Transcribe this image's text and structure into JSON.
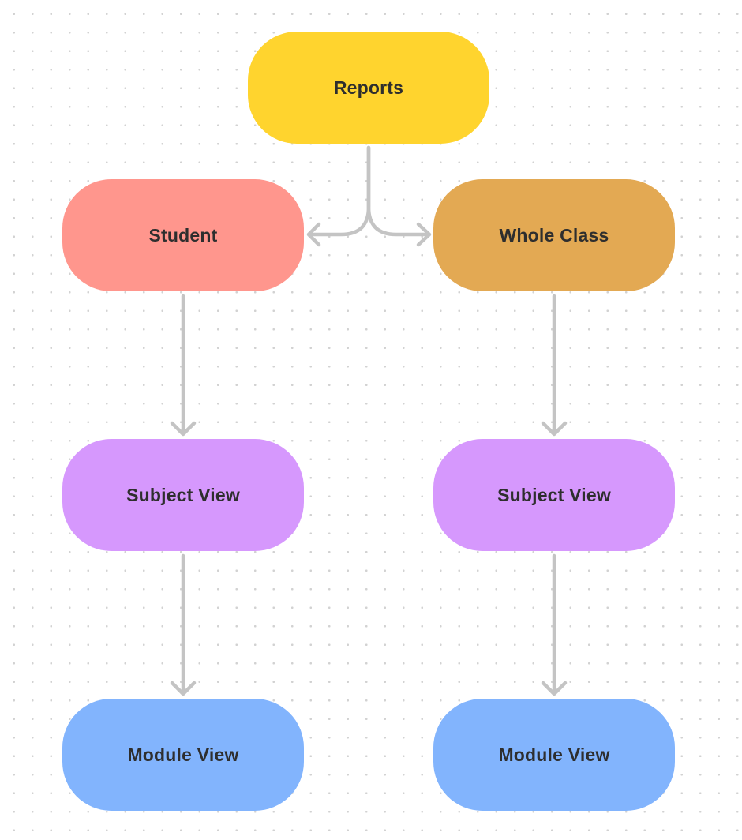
{
  "diagram": {
    "colors": {
      "reports": "#FFD42E",
      "student": "#FF968D",
      "whole_class": "#E3A953",
      "subject_view": "#D698FD",
      "module_view": "#82B4FD",
      "connector": "#C4C4C4",
      "text": "#2E2E2E"
    },
    "nodes": {
      "reports": {
        "label": "Reports"
      },
      "student": {
        "label": "Student"
      },
      "whole_class": {
        "label": "Whole Class"
      },
      "student_subject_view": {
        "label": "Subject View"
      },
      "class_subject_view": {
        "label": "Subject View"
      },
      "student_module_view": {
        "label": "Module View"
      },
      "class_module_view": {
        "label": "Module View"
      }
    },
    "edges": [
      {
        "from": "Reports",
        "to": "Student"
      },
      {
        "from": "Reports",
        "to": "Whole Class"
      },
      {
        "from": "Student",
        "to": "Subject View"
      },
      {
        "from": "Whole Class",
        "to": "Subject View"
      },
      {
        "from": "Subject View",
        "to": "Module View"
      },
      {
        "from": "Subject View",
        "to": "Module View"
      }
    ]
  }
}
